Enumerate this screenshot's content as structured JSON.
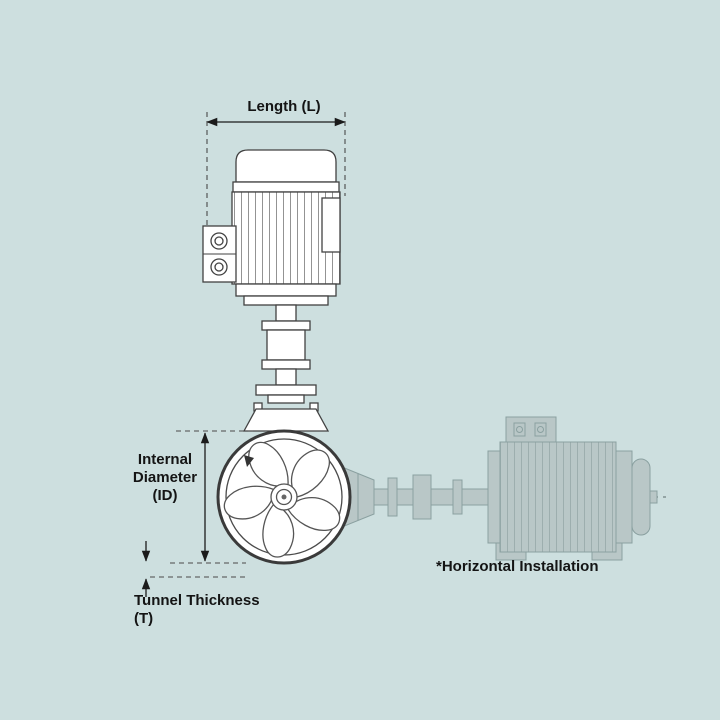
{
  "title": "Thruster dimension diagram",
  "colors": {
    "background": "#cddfdf",
    "outline_dark": "#424242",
    "dimension_line": "#1b1b1b",
    "gray_unit_fill": "#b9c7c7",
    "gray_unit_stroke": "#8aa0a0",
    "white_unit_fill": "#ffffff"
  },
  "labels": {
    "length": "Length (L)",
    "internal_diameter_line1": "Internal",
    "internal_diameter_line2": "Diameter",
    "internal_diameter_line3": "(ID)",
    "tunnel_thickness_line1": "Tunnel Thickness",
    "tunnel_thickness_line2": "(T)",
    "horizontal_installation": "*Horizontal Installation"
  },
  "icons": {
    "propeller_rotation_arrow": "small solid triangle marker inside tunnel",
    "dimension_arrowheads": "solid triangle arrowheads on dimension lines"
  }
}
